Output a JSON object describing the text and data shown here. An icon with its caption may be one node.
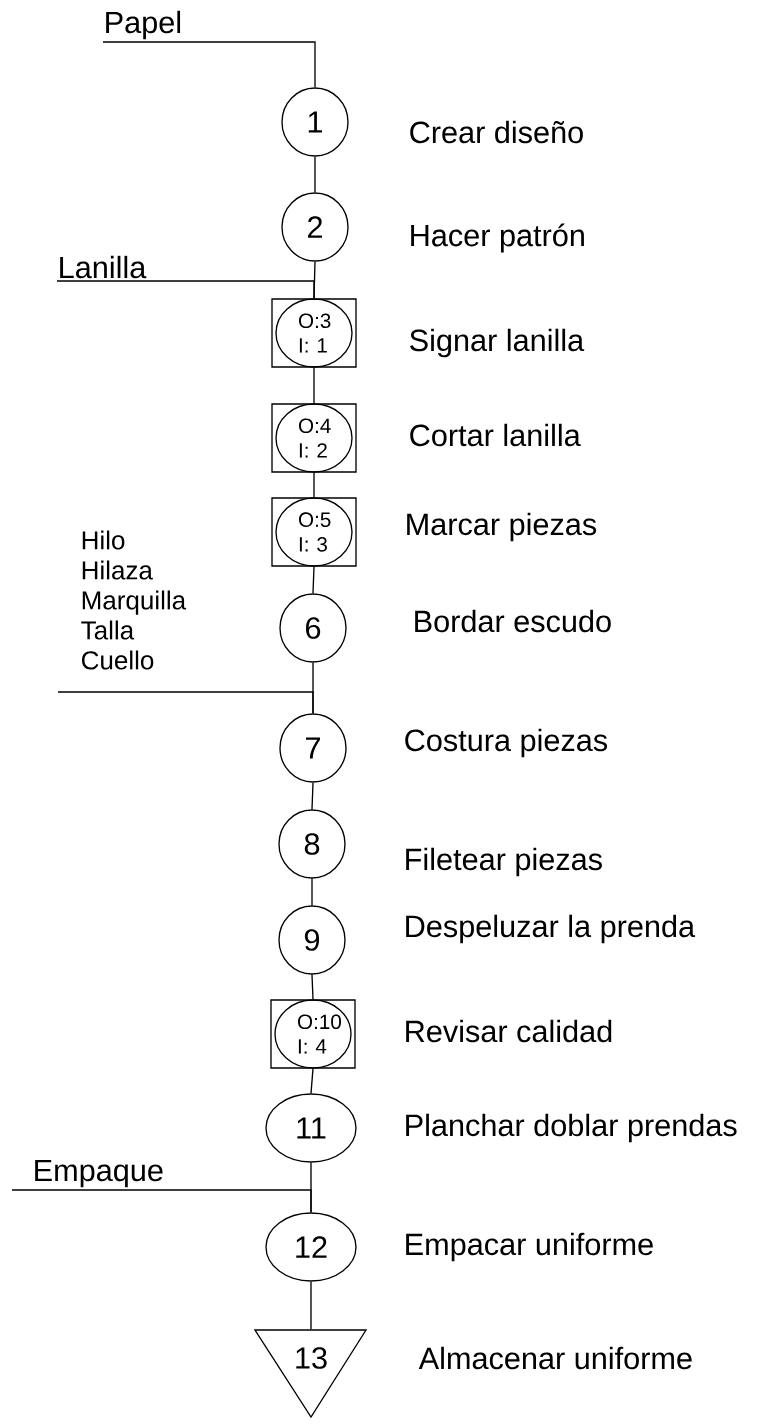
{
  "diagram": {
    "nodes": [
      {
        "text": [
          "Papel"
        ]
      },
      {
        "text": [
          "1"
        ],
        "beside": [
          "Crear diseño"
        ]
      },
      {
        "text": [
          "2"
        ],
        "beside": [
          "Hacer patrón"
        ]
      },
      {
        "text": [
          "Lanilla"
        ]
      },
      {
        "text": [
          "O:3 I: 1"
        ],
        "beside": [
          "Signar lanilla"
        ]
      },
      {
        "text": [
          "O:4 I: 2"
        ],
        "beside": [
          "Cortar lanilla"
        ]
      },
      {
        "text": [
          "O:5 I: 3"
        ],
        "beside": [
          "Marcar piezas"
        ]
      },
      {
        "text": [
          "Hilo",
          "Hilaza",
          "Marquilla",
          "Talla",
          "Cuello"
        ]
      },
      {
        "text": [
          "6"
        ],
        "beside": [
          "Bordar escudo"
        ]
      },
      {
        "text": [
          "7"
        ],
        "beside": [
          "Costura piezas"
        ]
      },
      {
        "text": [
          "8"
        ],
        "beside": [
          "Filetear piezas"
        ]
      },
      {
        "text": [
          "9"
        ],
        "beside": [
          "Despeluzar la prenda"
        ]
      },
      {
        "text": [
          "O:10 I: 4"
        ],
        "beside": [
          "Revisar calidad"
        ]
      },
      {
        "text": [
          "11"
        ],
        "beside": [
          "Planchar doblar prendas"
        ]
      },
      {
        "text": [
          "Empaque"
        ]
      },
      {
        "text": [
          "12"
        ],
        "beside": [
          "Empacar uniforme"
        ]
      },
      {
        "text": [
          "13"
        ],
        "beside": [
          "Almacenar uniforme"
        ]
      }
    ],
    "edges": [
      {
        "from": 0,
        "to": 1,
        "arrow": "none"
      },
      {
        "from": 1,
        "to": 2,
        "arrow": "none"
      },
      {
        "from": 2,
        "to": 4,
        "arrow": "none"
      },
      {
        "from": 3,
        "to": 4,
        "arrow": "none"
      },
      {
        "from": 4,
        "to": 5,
        "arrow": "none"
      },
      {
        "from": 5,
        "to": 6,
        "arrow": "none"
      },
      {
        "from": 6,
        "to": 8,
        "arrow": "none"
      },
      {
        "from": 8,
        "to": 9,
        "arrow": "none"
      },
      {
        "from": 7,
        "to": 9,
        "arrow": "none"
      },
      {
        "from": 9,
        "to": 10,
        "arrow": "none"
      },
      {
        "from": 10,
        "to": 11,
        "arrow": "none"
      },
      {
        "from": 11,
        "to": 12,
        "arrow": "none"
      },
      {
        "from": 12,
        "to": 13,
        "arrow": "none"
      },
      {
        "from": 13,
        "to": 15,
        "arrow": "none"
      },
      {
        "from": 14,
        "to": 15,
        "arrow": "none"
      },
      {
        "from": 15,
        "to": 16,
        "arrow": "none"
      }
    ]
  }
}
